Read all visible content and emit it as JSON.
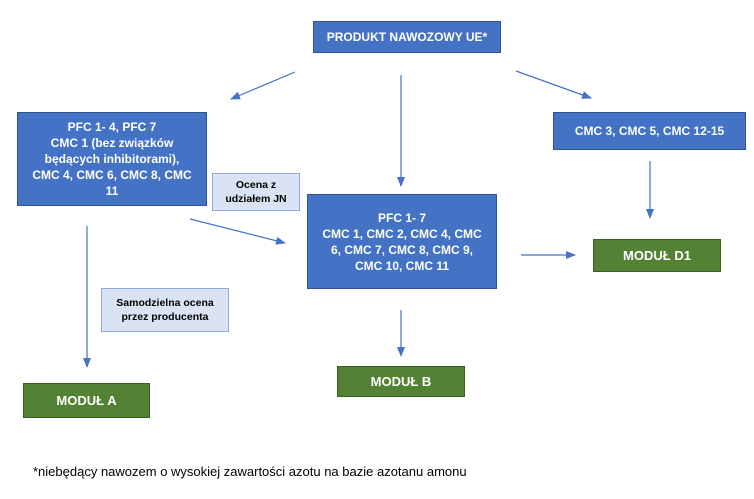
{
  "nodes": {
    "root": {
      "label": "PRODUKT NAWOZOWY UE*"
    },
    "left": {
      "label": "PFC 1- 4, PFC 7\nCMC 1 (bez związków\nbędących inhibitorami),\nCMC 4, CMC 6, CMC 8, CMC\n11"
    },
    "center": {
      "label": "PFC 1- 7\nCMC 1, CMC 2, CMC 4, CMC\n6, CMC 7, CMC 8, CMC 9,\nCMC 10, CMC 11"
    },
    "right": {
      "label": "CMC 3, CMC 5, CMC 12-15"
    },
    "note_jn": {
      "label": "Ocena z\nudziałem JN"
    },
    "note_self": {
      "label": "Samodzielna ocena\nprzez producenta"
    },
    "modul_a": {
      "label": "MODUŁ A"
    },
    "modul_b": {
      "label": "MODUŁ B"
    },
    "modul_d1": {
      "label": "MODUŁ D1"
    }
  },
  "footnote": "*niebędący nawozem o wysokiej zawartości azotu na bazie azotanu amonu",
  "colors": {
    "process_box": "#4472c4",
    "module_box": "#548235",
    "note_box": "#dae3f3",
    "arrow": "#4472c4"
  }
}
